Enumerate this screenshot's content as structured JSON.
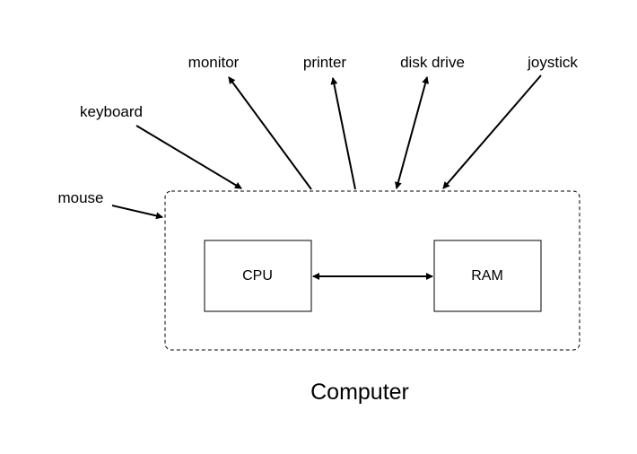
{
  "devices": {
    "monitor": "monitor",
    "printer": "printer",
    "disk_drive": "disk drive",
    "joystick": "joystick",
    "keyboard": "keyboard",
    "mouse": "mouse"
  },
  "components": {
    "cpu": "CPU",
    "ram": "RAM"
  },
  "caption": "Computer"
}
